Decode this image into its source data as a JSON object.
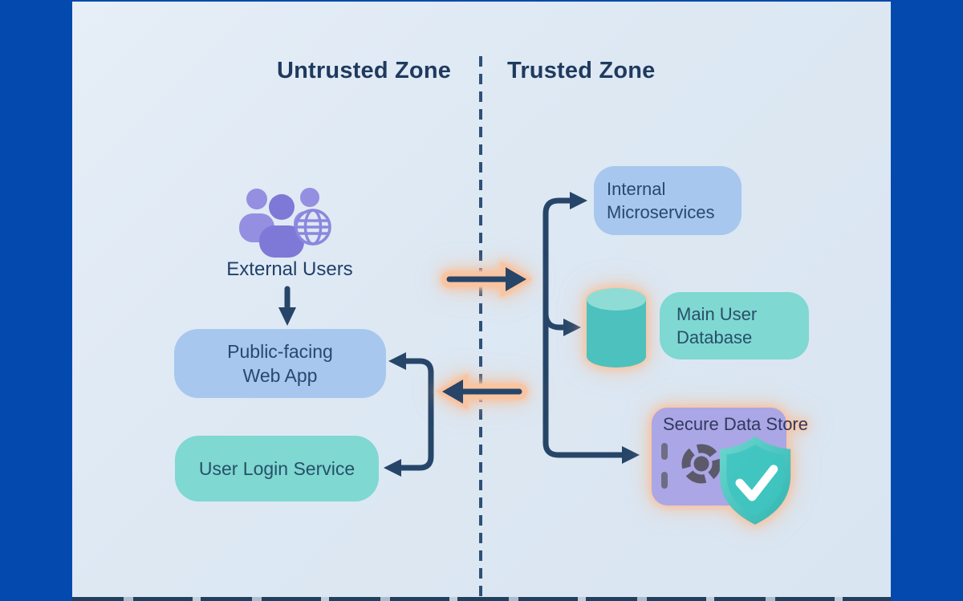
{
  "zones": {
    "untrusted_label": "Untrusted Zone",
    "trusted_label": "Trusted Zone"
  },
  "nodes": {
    "external_users": {
      "label": "External Users"
    },
    "web_app": {
      "line1": "Public-facing",
      "line2": "Web App"
    },
    "login_service": {
      "label": "User Login Service"
    },
    "microservices": {
      "line1": "Internal",
      "line2": "Microservices"
    },
    "main_database": {
      "line1": "Main User",
      "line2": "Database"
    },
    "secure_store": {
      "label": "Secure Data Store"
    }
  },
  "icons": {
    "users": "users-globe-icon",
    "database": "database-cylinder-icon",
    "safe_dial": "safe-dial-icon",
    "shield": "shield-check-icon"
  },
  "colors": {
    "frame_border": "#0449ad",
    "panel_background": "#dde8f3",
    "connector_navy": "#264569",
    "highlight_glow": "#f9c4a1",
    "zone_title_text": "#1f3a5e",
    "node_text": "#28486c",
    "blue_node_fill": "#a7c7ee",
    "teal_node_fill": "#7fd8d2",
    "purple_node_fill": "#aba6e6",
    "people_purple": "#8b86dd",
    "cylinder_teal": "#4cc1bd",
    "shield_teal": "#3ec4bf",
    "divider_navy": "#2e5078"
  }
}
